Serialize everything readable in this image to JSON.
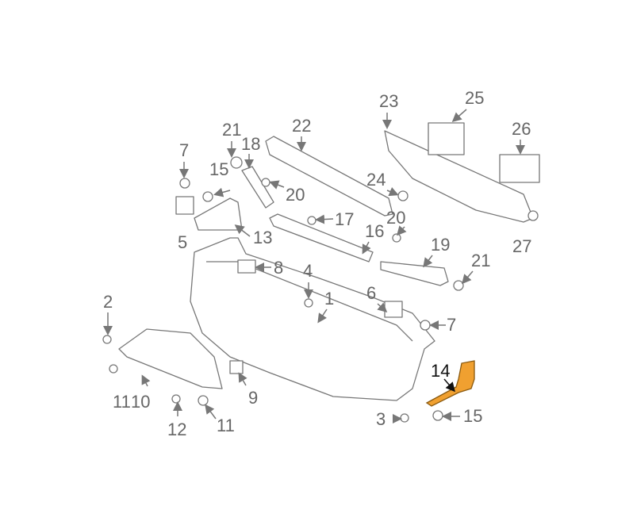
{
  "title": "Front bumper parts diagram",
  "highlight_color": "#f0a030",
  "highlighted_part": "14",
  "callouts": [
    "25",
    "23",
    "26",
    "22",
    "21",
    "18",
    "7",
    "15",
    "24",
    "20",
    "20",
    "17",
    "16",
    "19",
    "5",
    "13",
    "21",
    "8",
    "4",
    "6",
    "1",
    "2",
    "7",
    "14",
    "11",
    "10",
    "9",
    "12",
    "11",
    "3",
    "15"
  ]
}
